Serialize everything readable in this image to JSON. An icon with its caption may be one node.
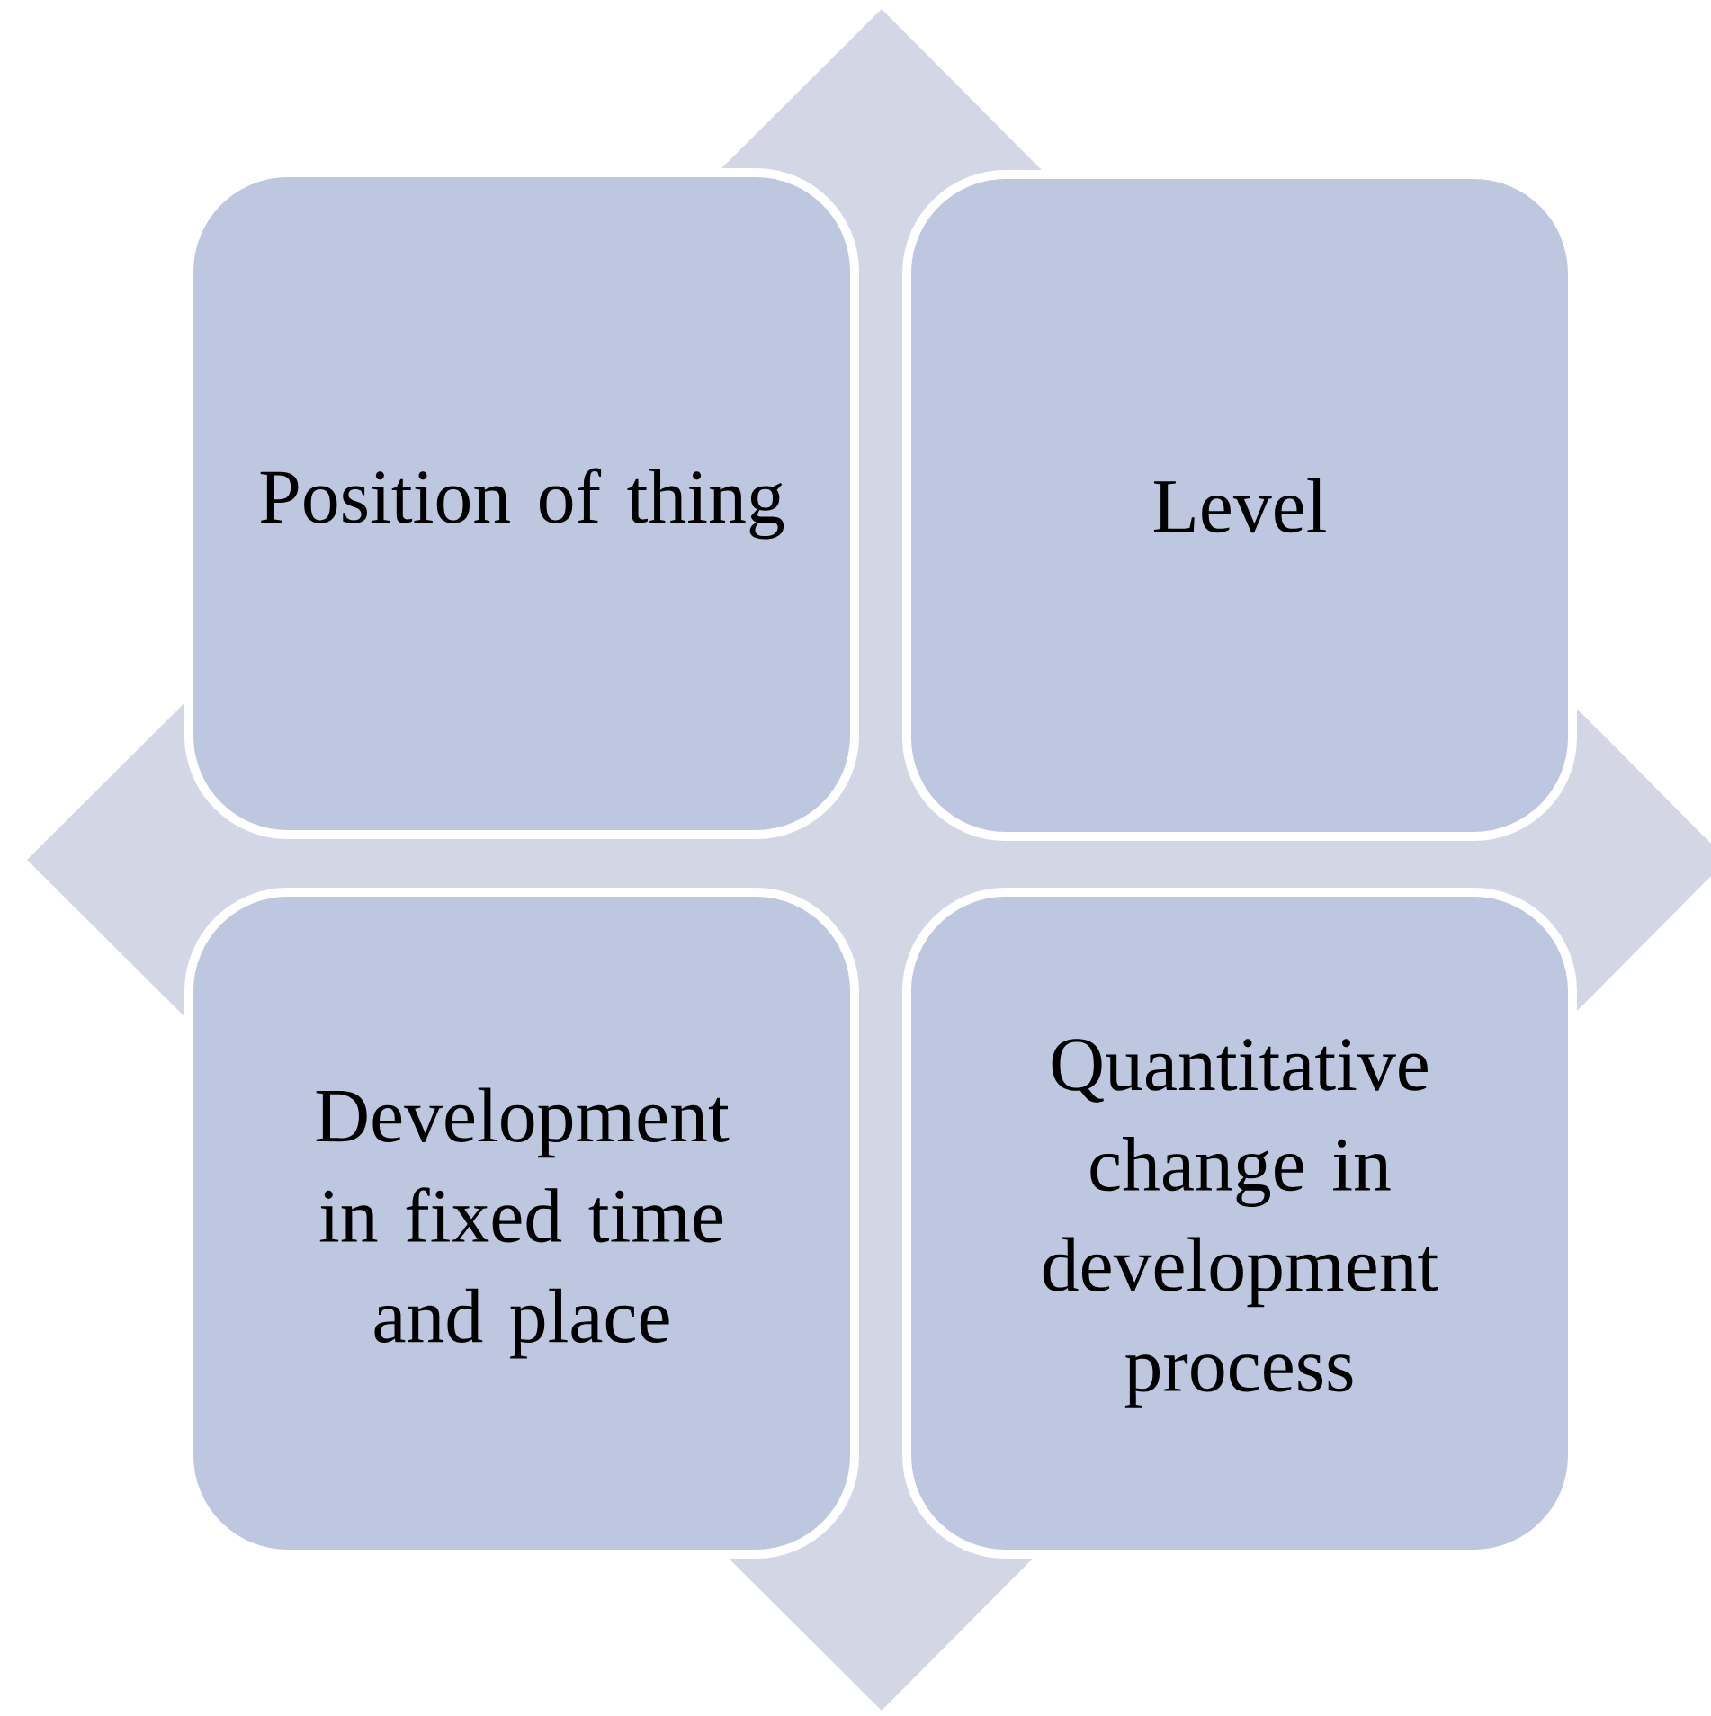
{
  "diagram": {
    "nodes": [
      {
        "text": [
          "Position of thing"
        ]
      },
      {
        "text": [
          "Level"
        ]
      },
      {
        "text": [
          "Development in fixed time and place"
        ]
      },
      {
        "text": [
          "Quantitative change in development process"
        ]
      }
    ]
  }
}
